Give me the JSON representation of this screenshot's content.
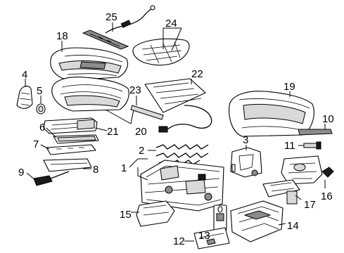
{
  "diagram": {
    "callouts": [
      "1",
      "2",
      "3",
      "4",
      "5",
      "6",
      "7",
      "8",
      "9",
      "10",
      "11",
      "12",
      "13",
      "14",
      "15",
      "16",
      "17",
      "18",
      "19",
      "20",
      "21",
      "22",
      "23",
      "24",
      "25"
    ],
    "colors": {
      "line": "#000000",
      "fill": "#ffffff",
      "shade_light": "#d9d9d9",
      "shade_mid": "#8c8c8c",
      "shade_dark": "#1a1a1a"
    }
  }
}
